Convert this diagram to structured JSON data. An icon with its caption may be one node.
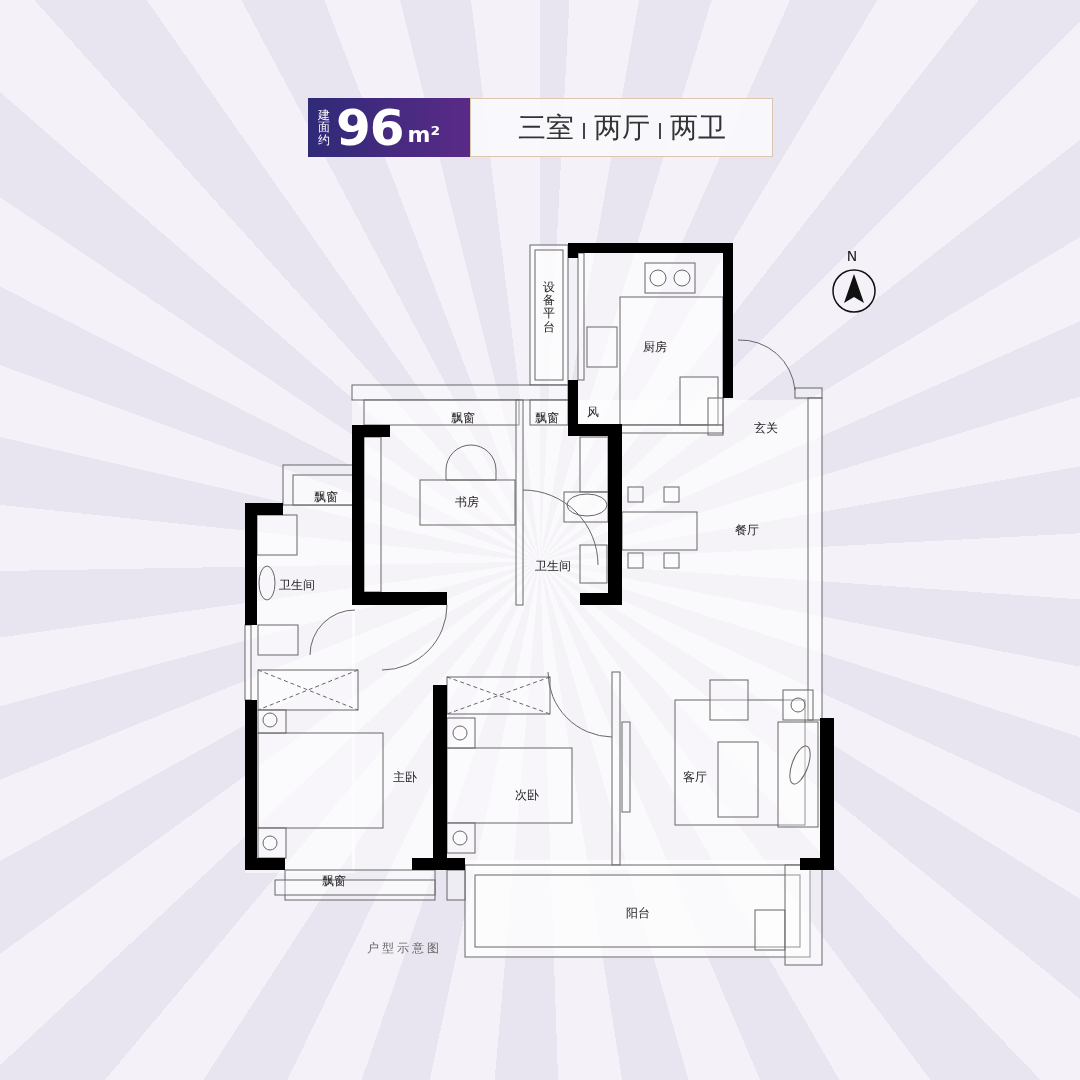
{
  "diagram": {
    "caption": "户型示意图",
    "nodes": [
      {
        "text": [
          "建面约",
          "96",
          "m²"
        ]
      },
      {
        "text": [
          "三室",
          "两厅",
          "两卫"
        ]
      }
    ],
    "edges": [],
    "labels": [
      "N",
      "设备平台",
      "厨房",
      "飘窗",
      "飘窗",
      "风",
      "玄关",
      "飘窗",
      "书房",
      "餐厅",
      "卫生间",
      "卫生间",
      "主卧",
      "客厅",
      "次卧",
      "飘窗",
      "阳台"
    ]
  }
}
